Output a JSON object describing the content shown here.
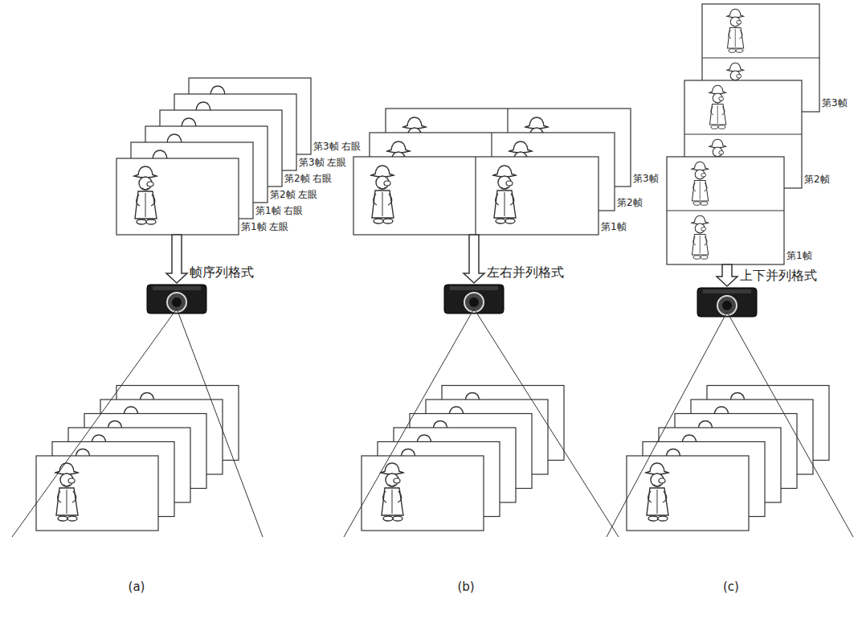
{
  "diagram": {
    "labels": [
      "第3帧 右眼",
      "第3帧 左眼",
      "第2帧 右眼",
      "第2帧 左眼",
      "第1帧 右眼",
      "第1帧 左眼",
      "帧序列格式",
      "第3帧",
      "第2帧",
      "第1帧",
      "左右并列格式",
      "第3帧",
      "第2帧",
      "第1帧",
      "上下并列格式",
      "(a)",
      "(b)",
      "(c)"
    ]
  }
}
